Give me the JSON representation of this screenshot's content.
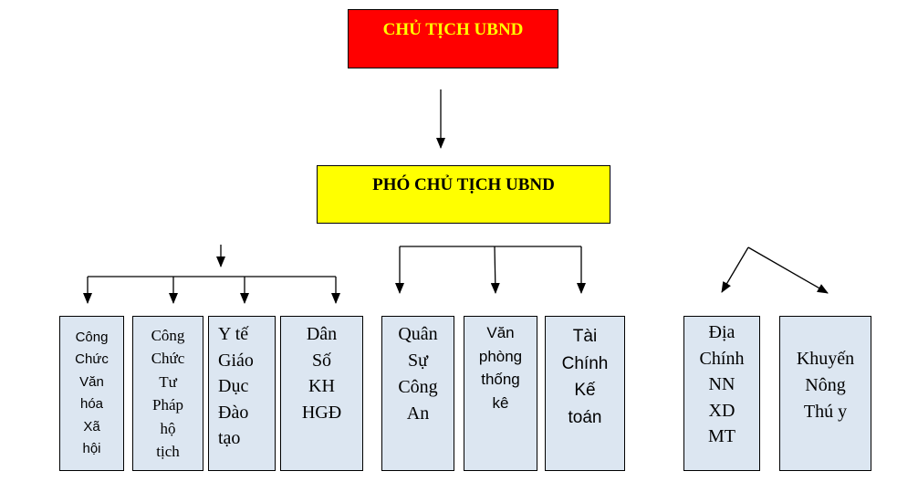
{
  "colors": {
    "chairman_fill": "#ff0000",
    "chairman_text": "#ffff00",
    "vice_fill": "#ffff00",
    "unit_fill": "#dce6f1",
    "line": "#000000"
  },
  "chairman": {
    "label": "CHỦ TỊCH UBND"
  },
  "vice_chairman": {
    "label": "PHÓ CHỦ TỊCH UBND"
  },
  "units": [
    {
      "lines": [
        "Công",
        "Chức",
        "Văn",
        "hóa",
        "Xã",
        "hội"
      ]
    },
    {
      "lines": [
        "Công",
        "Chức",
        "Tư",
        "Pháp",
        "hộ",
        "tịch"
      ]
    },
    {
      "lines": [
        "Y tế",
        "Giáo",
        "Dục",
        "Đào",
        "tạo"
      ]
    },
    {
      "lines": [
        "Dân",
        "Số",
        "KH",
        "HGĐ"
      ]
    },
    {
      "lines": [
        "Quân",
        "Sự",
        "Công",
        "An"
      ]
    },
    {
      "lines": [
        "Văn",
        "phòng",
        "thống",
        "kê"
      ]
    },
    {
      "lines": [
        "Tài",
        "Chính",
        "Kế",
        "toán"
      ]
    },
    {
      "lines": [
        "Địa",
        "Chính",
        "NN",
        "XD",
        "MT"
      ]
    },
    {
      "lines": [
        "Khuyến",
        "Nông",
        "Thú y"
      ]
    }
  ]
}
